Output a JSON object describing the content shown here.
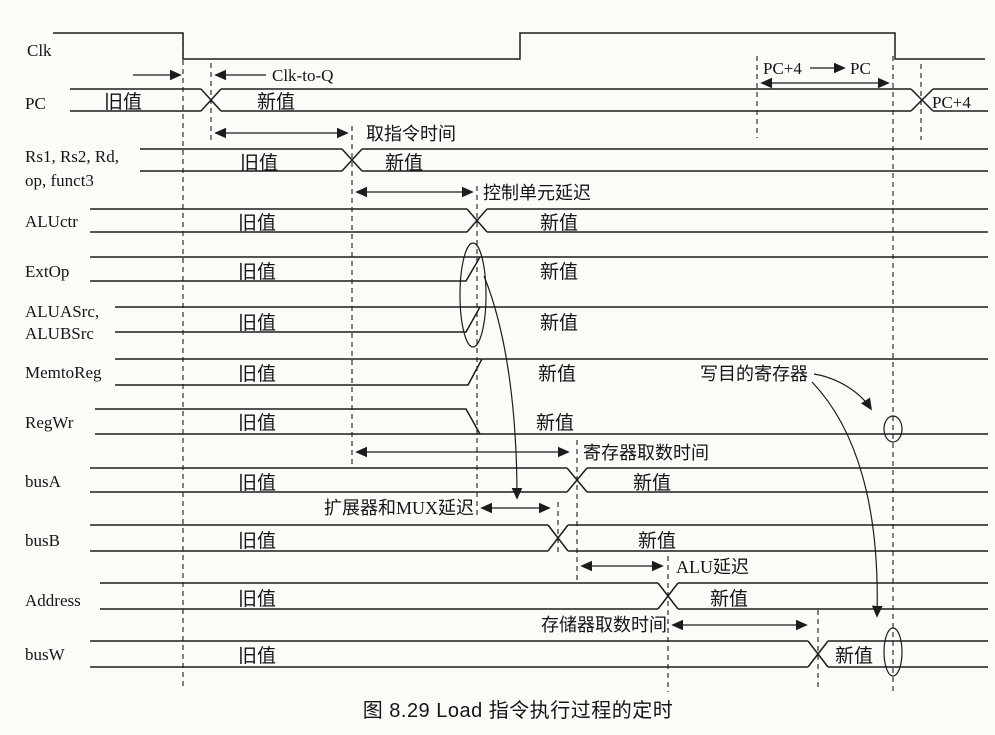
{
  "figure_caption": "图 8.29  Load 指令执行过程的定时",
  "colors": {
    "ink": "#1c1c1c",
    "paper": "#fbfbf8"
  },
  "clock": {
    "label": "Clk"
  },
  "annotations": {
    "clk_to_q": "Clk-to-Q",
    "fetch_time": "取指令时间",
    "control_unit_delay": "控制单元延迟",
    "pc_update_left": "PC+4",
    "pc_update_right": "PC",
    "regfile_read_time": "寄存器取数时间",
    "extender_mux_delay": "扩展器和MUX延迟",
    "alu_delay": "ALU延迟",
    "memory_read_time": "存储器取数时间",
    "write_dest_register": "写目的寄存器"
  },
  "signals": [
    {
      "name": "PC",
      "old": "旧值",
      "new": "新值",
      "tail": "PC+4"
    },
    {
      "name_line1": "Rs1, Rs2, Rd,",
      "name_line2": "op, funct3",
      "old": "旧值",
      "new": "新值"
    },
    {
      "name": "ALUctr",
      "old": "旧值",
      "new": "新值"
    },
    {
      "name": "ExtOp",
      "old": "旧值",
      "new": "新值"
    },
    {
      "name_line1": "ALUASrc,",
      "name_line2": "ALUBSrc",
      "old": "旧值",
      "new": "新值"
    },
    {
      "name": "MemtoReg",
      "old": "旧值",
      "new": "新值"
    },
    {
      "name": "RegWr",
      "old": "旧值",
      "new": "新值"
    },
    {
      "name": "busA",
      "old": "旧值",
      "new": "新值"
    },
    {
      "name": "busB",
      "old": "旧值",
      "new": "新值"
    },
    {
      "name": "Address",
      "old": "旧值",
      "new": "新值"
    },
    {
      "name": "busW",
      "old": "旧值",
      "new": "新值"
    }
  ]
}
